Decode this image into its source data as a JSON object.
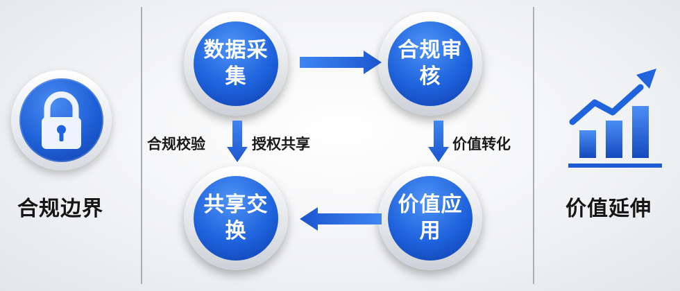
{
  "left_panel": {
    "title": "合规边界",
    "icon": "lock-icon"
  },
  "right_panel": {
    "title": "价值延伸",
    "icon": "growth-chart-icon"
  },
  "nodes": {
    "collect": "数据采集",
    "review": "合规审核",
    "exchange": "共享交换",
    "apply": "价值应用"
  },
  "edges": {
    "compliance_check": "合规校验",
    "authorized_share": "授权共享",
    "value_transform": "价值转化"
  },
  "colors": {
    "accent_blue": "#1f63dd",
    "arrow_blue": "#2a6ee8",
    "text_dark": "#151515"
  }
}
